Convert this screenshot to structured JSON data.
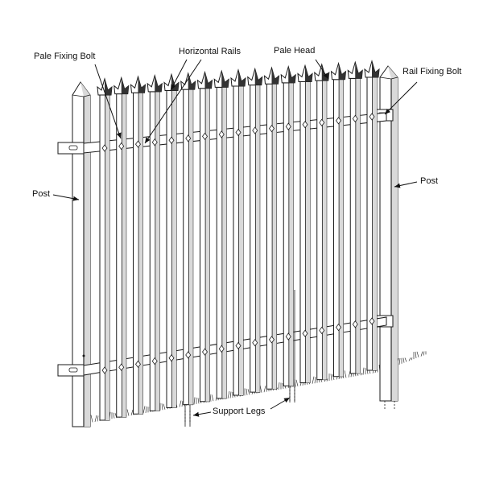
{
  "labels": {
    "pale_fixing_bolt": "Pale Fixing Bolt",
    "horizontal_rails": "Horizontal Rails",
    "pale_head": "Pale Head",
    "rail_fixing_bolt": "Rail Fixing Bolt",
    "post_left": "Post",
    "post_right": "Post",
    "support_legs": "Support Legs"
  },
  "pale_count": 17,
  "colors": {
    "ink": "#1a1a1a",
    "paper": "#ffffff",
    "shade": "#d9d9d9"
  }
}
